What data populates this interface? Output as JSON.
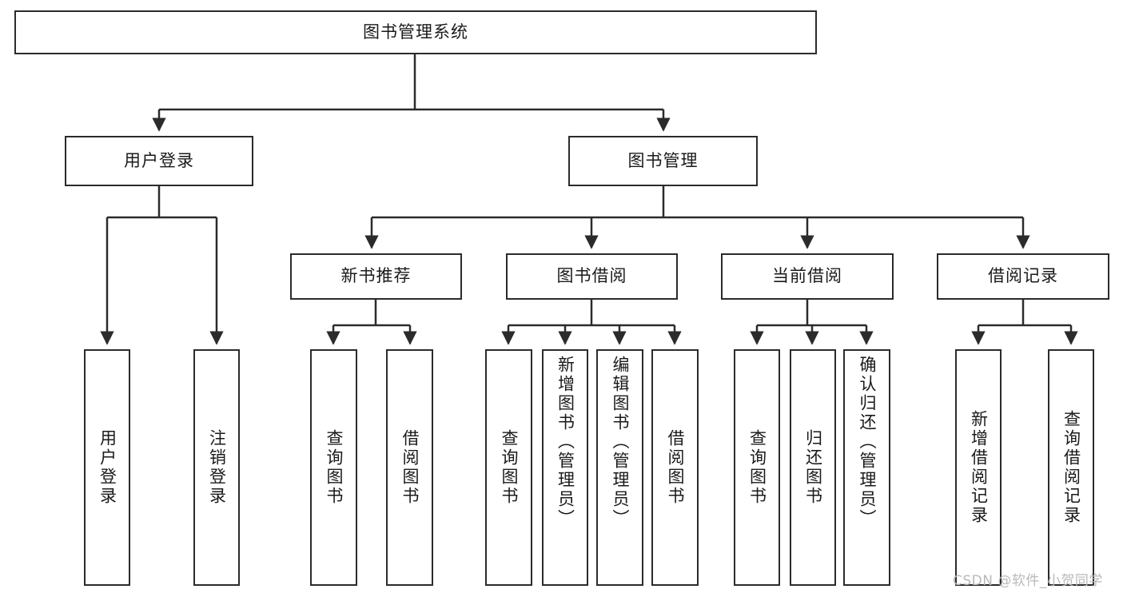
{
  "diagram": {
    "type": "tree-hierarchy",
    "title": "图书管理系统",
    "orientation": "top-down",
    "colors": {
      "stroke": "#2b2b2b",
      "fill": "#ffffff",
      "text": "#1a1a1a",
      "watermark": "#b9b9b9"
    },
    "nodes": {
      "root": {
        "label": "图书管理系统",
        "level": 1
      },
      "l2": [
        {
          "id": "user-login",
          "label": "用户登录",
          "level": 2
        },
        {
          "id": "book-manage",
          "label": "图书管理",
          "level": 2
        }
      ],
      "l3": [
        {
          "id": "new-book-recommend",
          "label": "新书推荐",
          "level": 3,
          "parent": "book-manage"
        },
        {
          "id": "book-borrow",
          "label": "图书借阅",
          "level": 3,
          "parent": "book-manage"
        },
        {
          "id": "current-borrow",
          "label": "当前借阅",
          "level": 3,
          "parent": "book-manage"
        },
        {
          "id": "borrow-record",
          "label": "借阅记录",
          "level": 3,
          "parent": "book-manage"
        }
      ],
      "leaves": [
        {
          "id": "leaf-user-login",
          "label": "用户登录",
          "parent": "user-login"
        },
        {
          "id": "leaf-logout-login",
          "label": "注销登录",
          "parent": "user-login"
        },
        {
          "id": "leaf-query-book-1",
          "label": "查询图书",
          "parent": "new-book-recommend"
        },
        {
          "id": "leaf-borrow-book-1",
          "label": "借阅图书",
          "parent": "new-book-recommend"
        },
        {
          "id": "leaf-query-book-2",
          "label": "查询图书",
          "parent": "book-borrow"
        },
        {
          "id": "leaf-add-book",
          "label": "新增图书（管理员）",
          "parent": "book-borrow"
        },
        {
          "id": "leaf-edit-book",
          "label": "编辑图书（管理员）",
          "parent": "book-borrow"
        },
        {
          "id": "leaf-borrow-book-2",
          "label": "借阅图书",
          "parent": "book-borrow"
        },
        {
          "id": "leaf-query-book-3",
          "label": "查询图书",
          "parent": "current-borrow"
        },
        {
          "id": "leaf-return-book",
          "label": "归还图书",
          "parent": "current-borrow"
        },
        {
          "id": "leaf-confirm-return",
          "label": "确认归还（管理员）",
          "parent": "current-borrow"
        },
        {
          "id": "leaf-add-record",
          "label": "新增借阅记录",
          "parent": "borrow-record"
        },
        {
          "id": "leaf-query-record",
          "label": "查询借阅记录",
          "parent": "borrow-record"
        }
      ]
    },
    "watermark": "CSDN @软件_小贺同学"
  }
}
